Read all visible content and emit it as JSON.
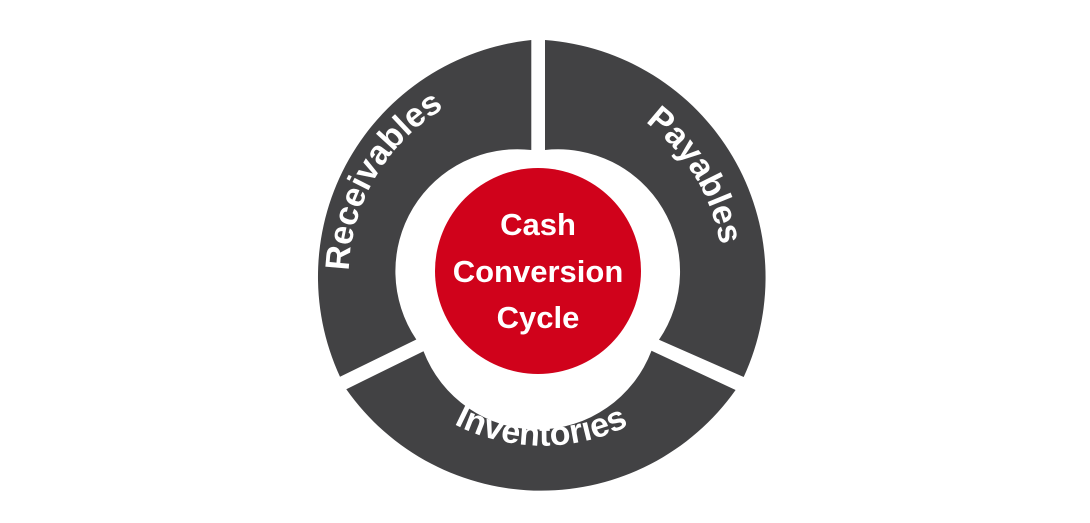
{
  "diagram": {
    "center": {
      "lines": [
        "Cash",
        "Conversion",
        "Cycle"
      ]
    },
    "segments": [
      {
        "label": "Receivables"
      },
      {
        "label": "Payables"
      },
      {
        "label": "Inventories"
      }
    ],
    "colors": {
      "segment": "#424244",
      "center": "#d0021b",
      "text": "#ffffff",
      "background": "#ffffff"
    }
  }
}
